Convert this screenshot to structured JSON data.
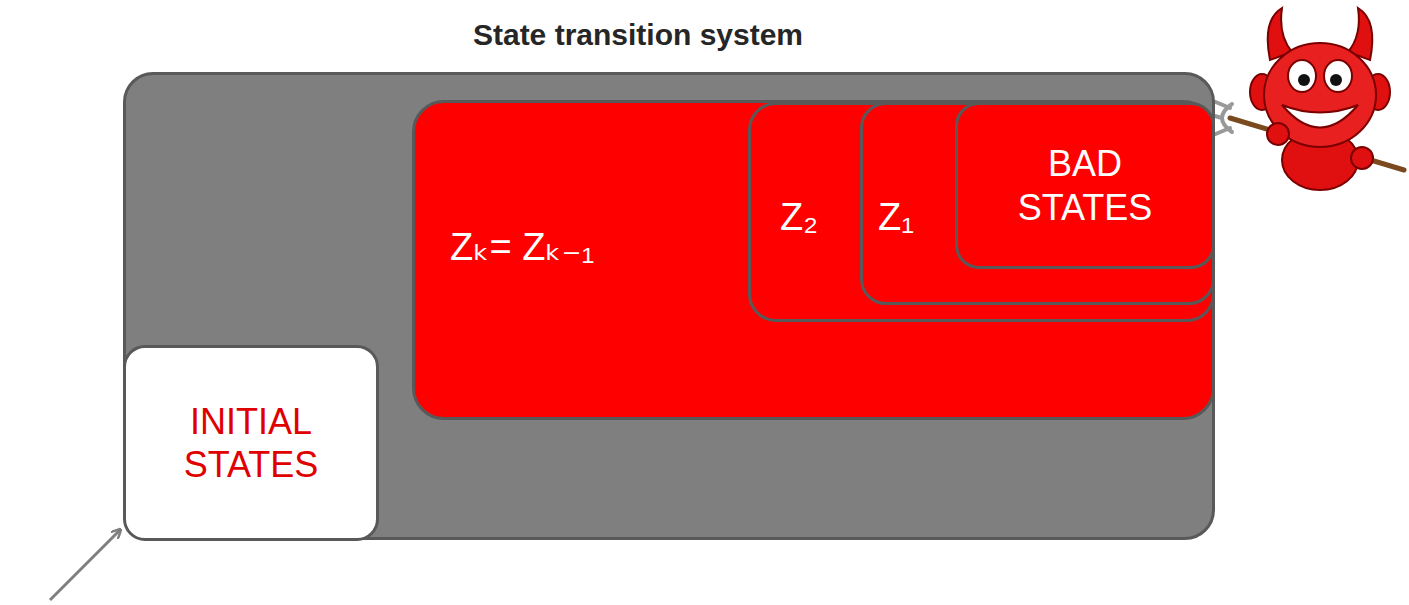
{
  "diagram": {
    "nodes": [
      {
        "text": [
          "State transition system"
        ]
      },
      {
        "text": [
          "INITIAL STATES"
        ],
        "in": 0
      },
      {
        "text": [
          "Zₖ= Zₖ₋₁"
        ],
        "in": 0
      },
      {
        "text": [
          "Z₂"
        ],
        "in": 2
      },
      {
        "text": [
          "Z₁"
        ],
        "in": 3
      },
      {
        "text": [
          "BAD STATES"
        ],
        "in": 4
      }
    ]
  }
}
